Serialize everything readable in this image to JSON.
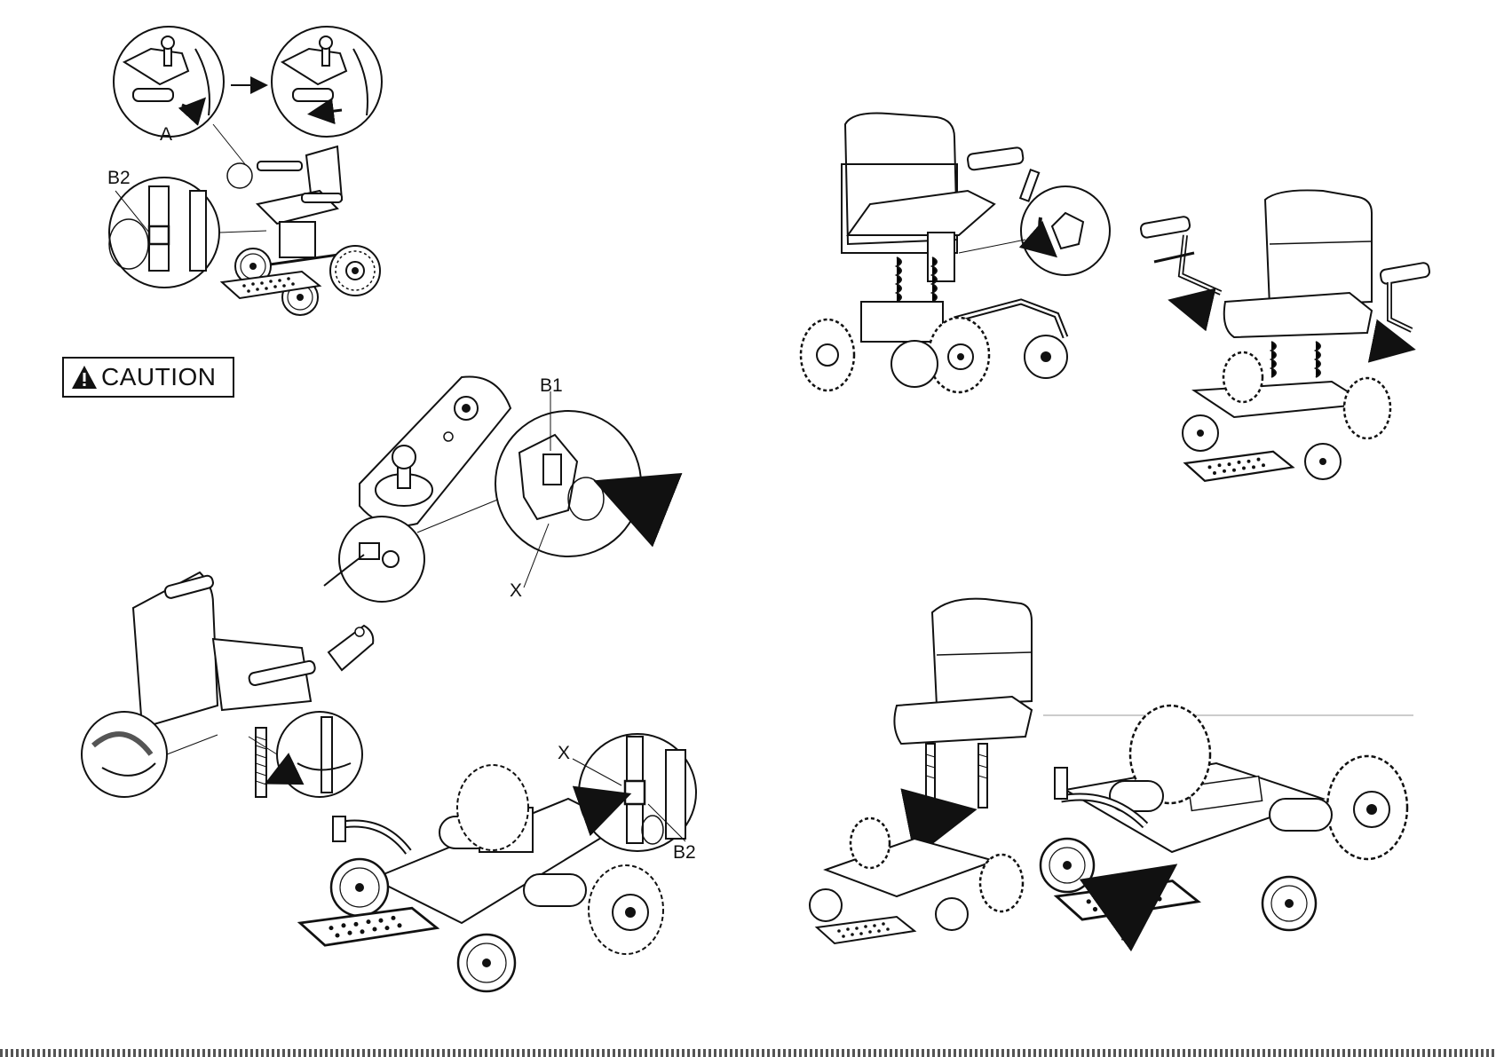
{
  "warning": {
    "text": "CAUTION",
    "icon": "warning-triangle-icon"
  },
  "labels": {
    "a": "A",
    "b2_top": "B2",
    "b1": "B1",
    "x_top": "X",
    "x_bottom": "X",
    "b2_bottom": "B2"
  },
  "colors": {
    "line": "#111111",
    "background": "#ffffff",
    "fill": "#ffffff"
  }
}
